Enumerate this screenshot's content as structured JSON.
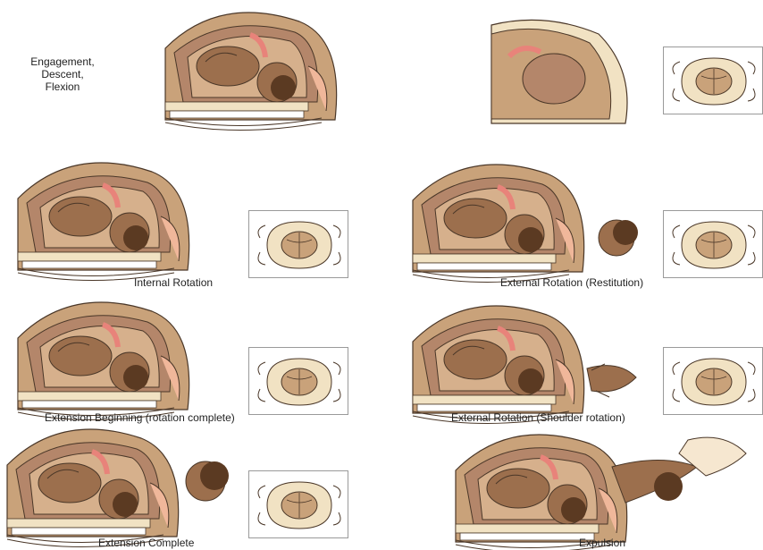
{
  "stages": [
    {
      "key": "engagement",
      "lines": [
        "Engagement,",
        "Descent,",
        "Flexion"
      ]
    },
    {
      "key": "internal-rotation",
      "caption": "Internal Rotation"
    },
    {
      "key": "extension-beginning",
      "caption": "Extension Beginning (rotation complete)"
    },
    {
      "key": "extension-complete",
      "caption": "Extension Complete"
    },
    {
      "key": "external-rotation-restitution",
      "caption": "External Rotation (Restitution)"
    },
    {
      "key": "external-rotation-shoulder",
      "caption": "External Rotation (Shoulder rotation)"
    },
    {
      "key": "expulsion",
      "caption": "Expulsion"
    }
  ],
  "colors": {
    "skin": "#c9a27a",
    "skin_dark": "#a77f58",
    "uterus": "#b4866a",
    "fetus": "#9c6f4d",
    "hair": "#5b3a22",
    "pink": "#e8837a",
    "pelvis": "#f1e2c3",
    "outline": "#4a3728"
  }
}
